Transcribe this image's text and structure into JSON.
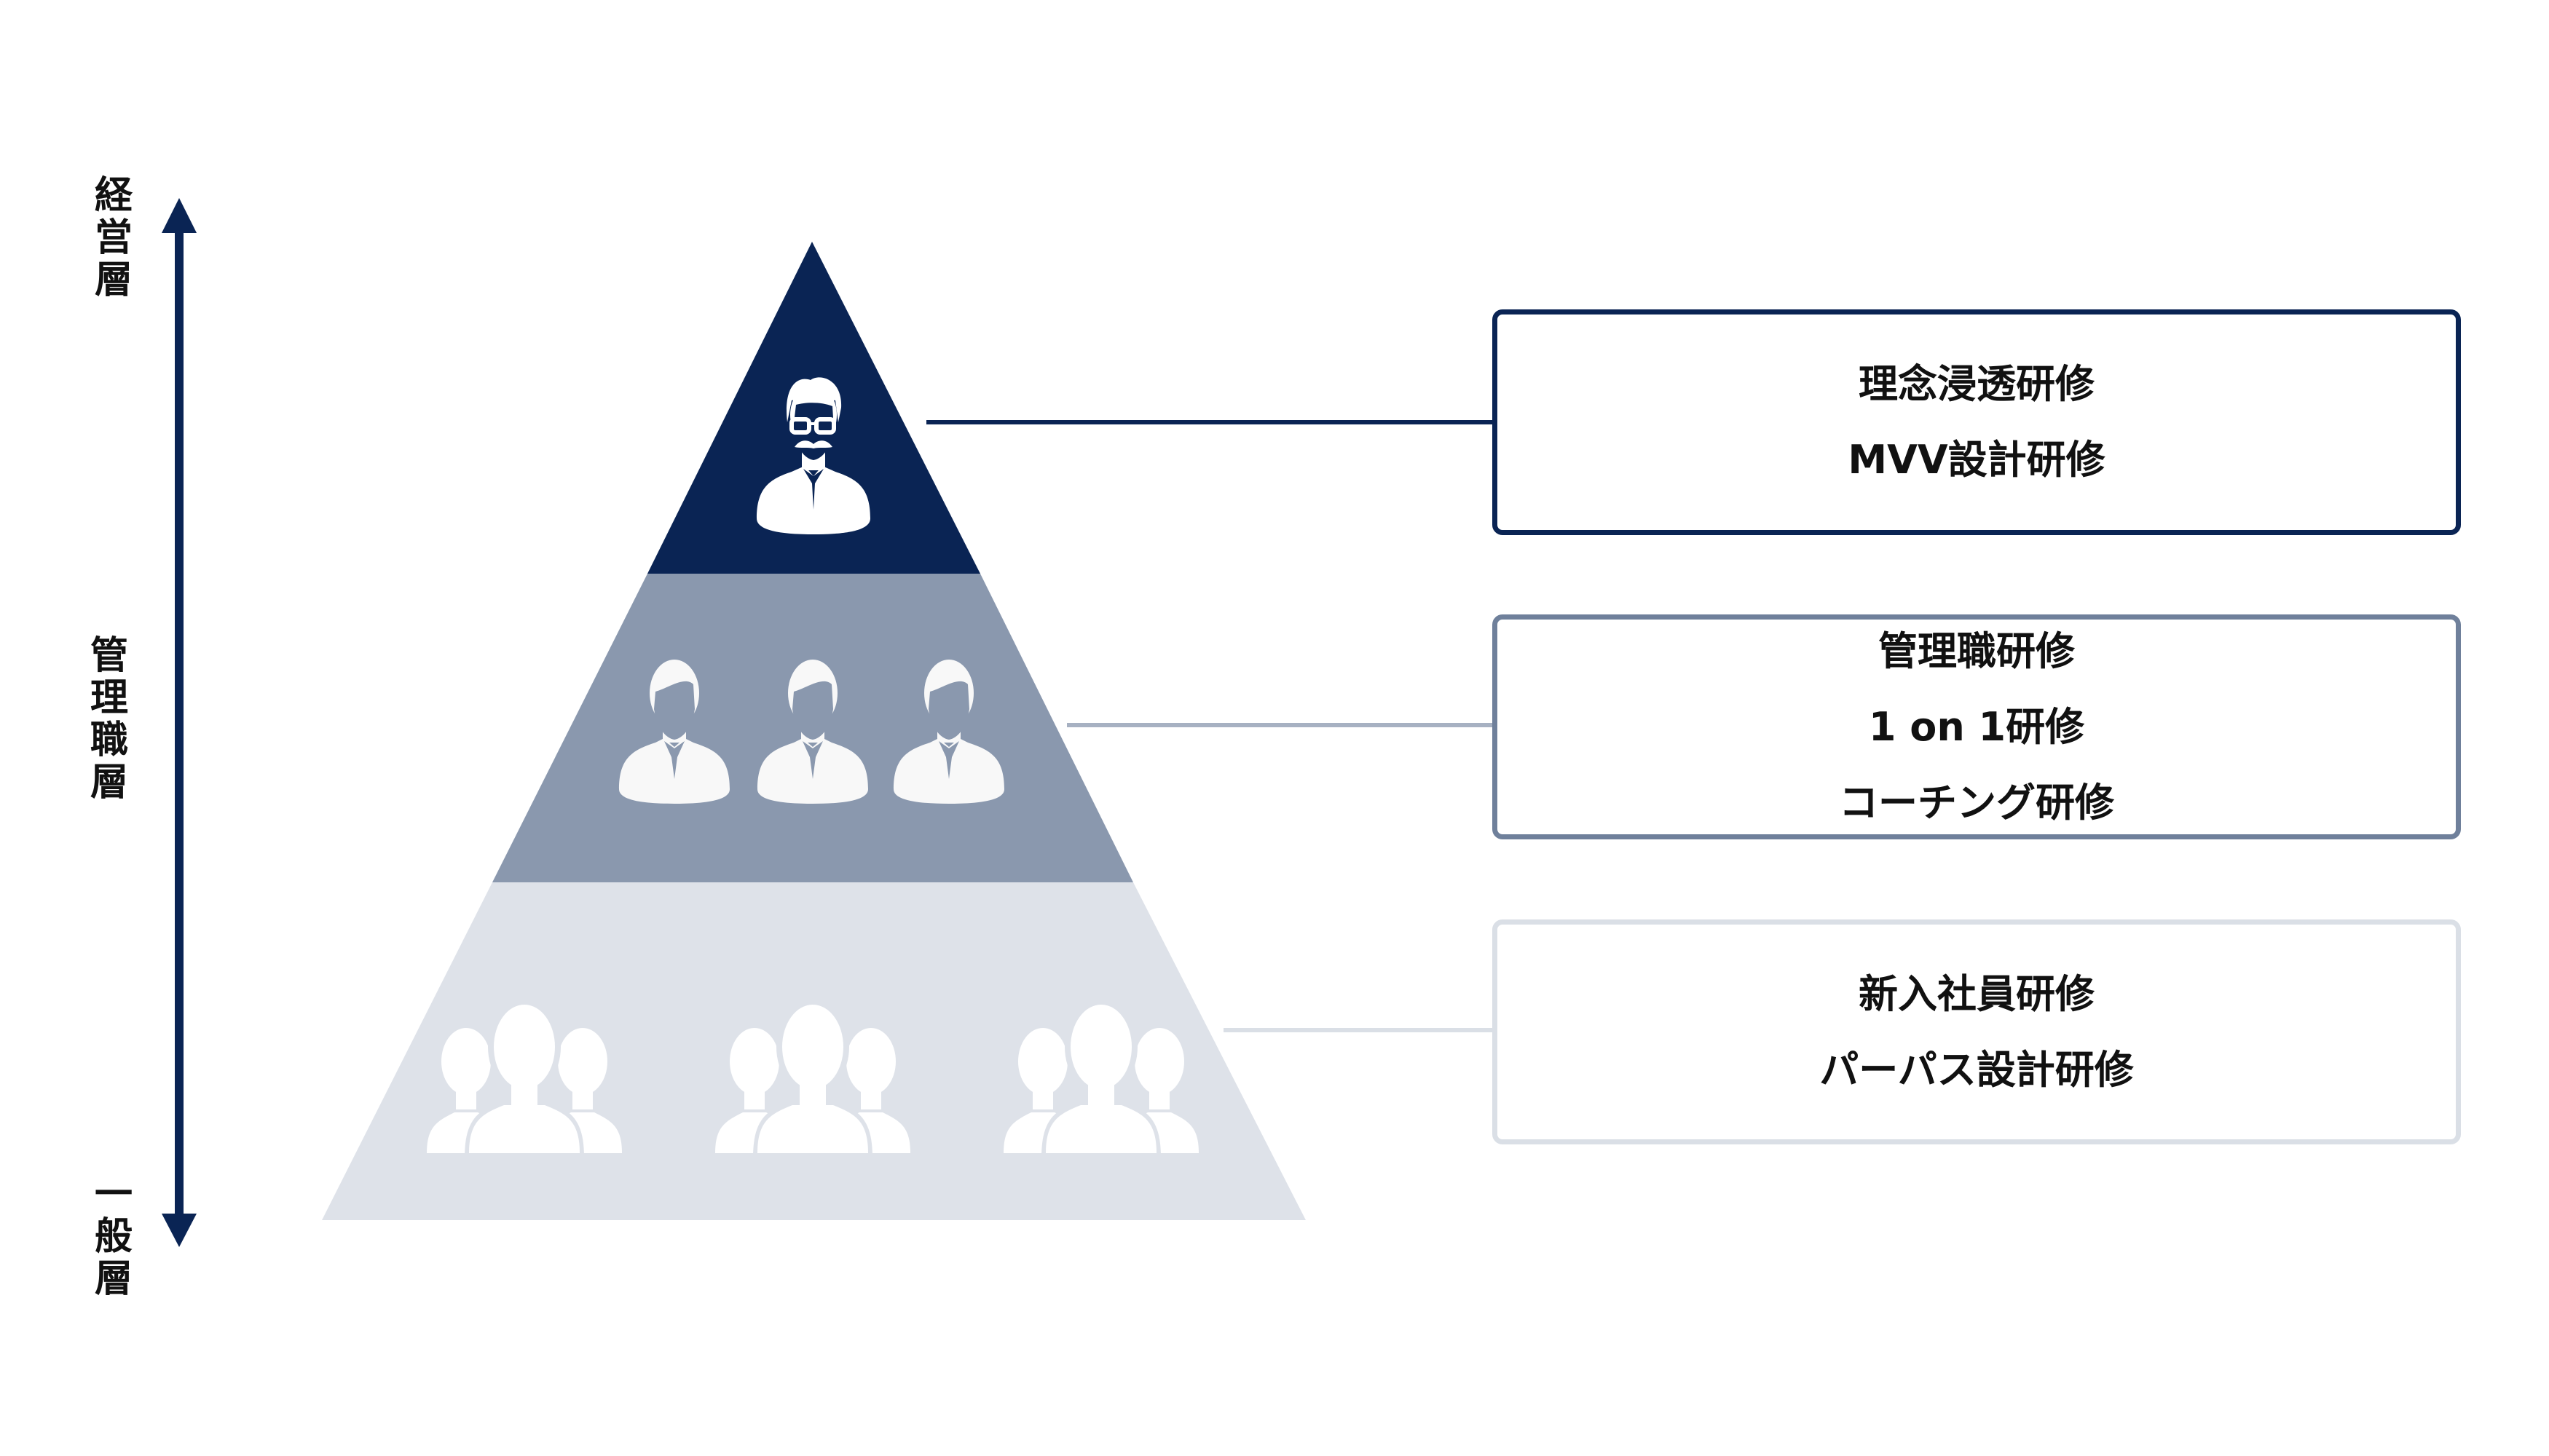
{
  "colors": {
    "arrow": "#0a2454",
    "tier_top": "#0a2454",
    "tier_middle": "#8a98ae",
    "tier_bottom": "#dee2e9",
    "icon_on_dark": "#ffffff",
    "icon_on_light": "#ffffff",
    "text": "#111111"
  },
  "axis": {
    "top_label": "経営層",
    "middle_label": "管理職層",
    "bottom_label": "一般層"
  },
  "pyramid": {
    "tiers": [
      {
        "id": "executive",
        "icon": "executive-person-icon",
        "icon_count": 1
      },
      {
        "id": "manager",
        "icon": "businessperson-icon",
        "icon_count": 3
      },
      {
        "id": "general",
        "icon": "group-people-icon",
        "icon_count": 3
      }
    ]
  },
  "programs": [
    {
      "tier": "executive",
      "border": "#0a2454",
      "items": [
        "理念浸透研修",
        "MVV設計研修"
      ]
    },
    {
      "tier": "manager",
      "border": "#6f809b",
      "items": [
        "管理職研修",
        "1 on 1研修",
        "コーチング研修"
      ]
    },
    {
      "tier": "general",
      "border": "#dadfe6",
      "items": [
        "新入社員研修",
        "パーパス設計研修"
      ]
    }
  ]
}
